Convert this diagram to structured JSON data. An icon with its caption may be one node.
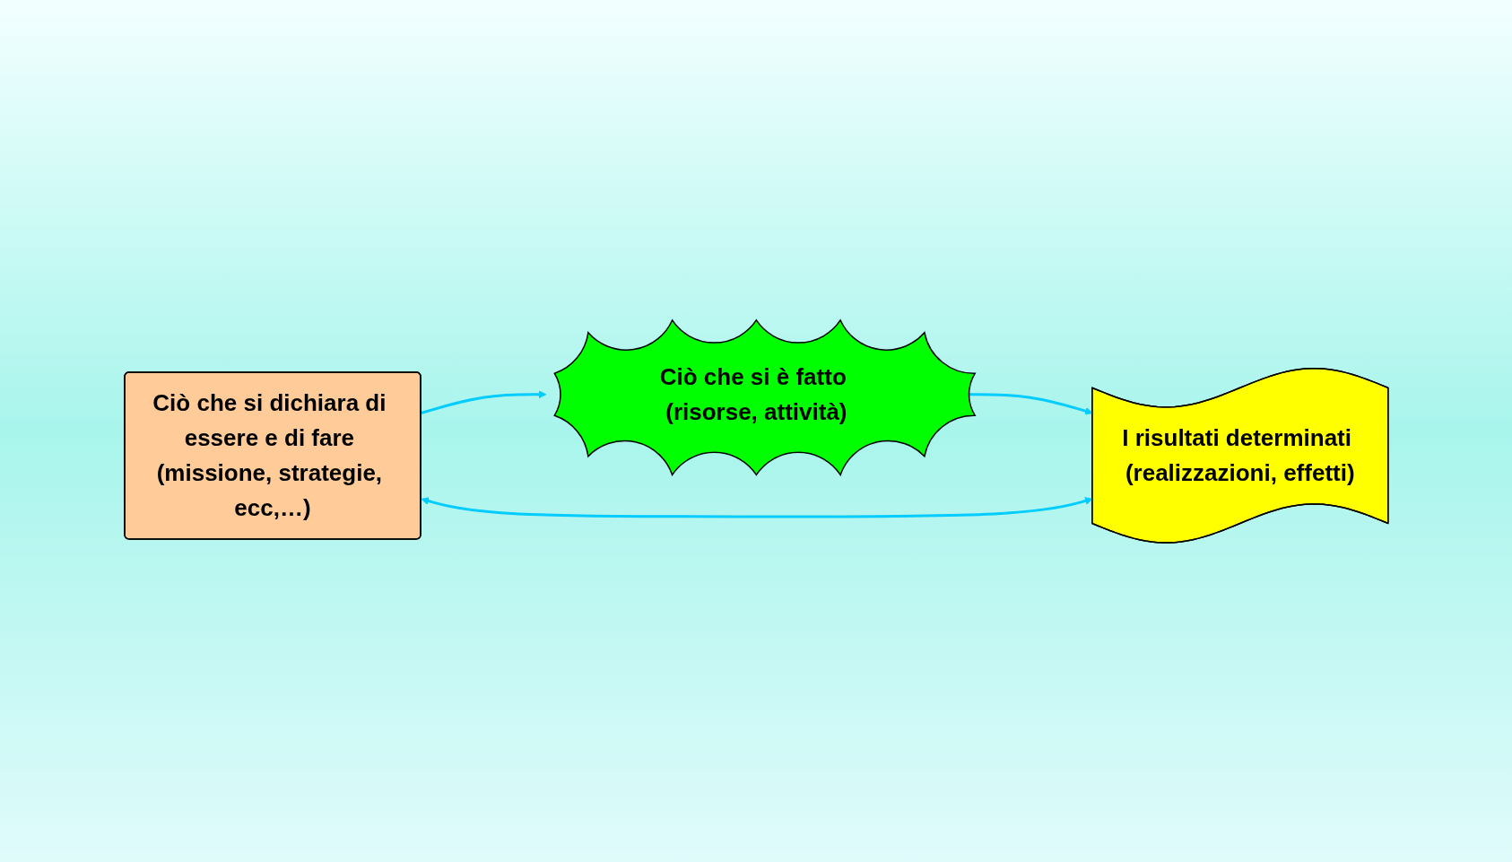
{
  "diagram": {
    "nodes": [
      {
        "text": [
          "Ciò che si è fatto (risorse, attività)"
        ]
      },
      {
        "text": [
          "Ciò che si dichiara di essere e di fare (missione, strategie, ecc,…)"
        ]
      },
      {
        "text": [
          "I risultati determinati (realizzazioni, effetti)"
        ]
      }
    ],
    "edges": [
      {
        "from": 1,
        "to": 0,
        "arrow": "to"
      },
      {
        "from": 0,
        "to": 2,
        "arrow": "to"
      },
      {
        "from": 1,
        "to": 2,
        "arrow": "both"
      }
    ]
  }
}
